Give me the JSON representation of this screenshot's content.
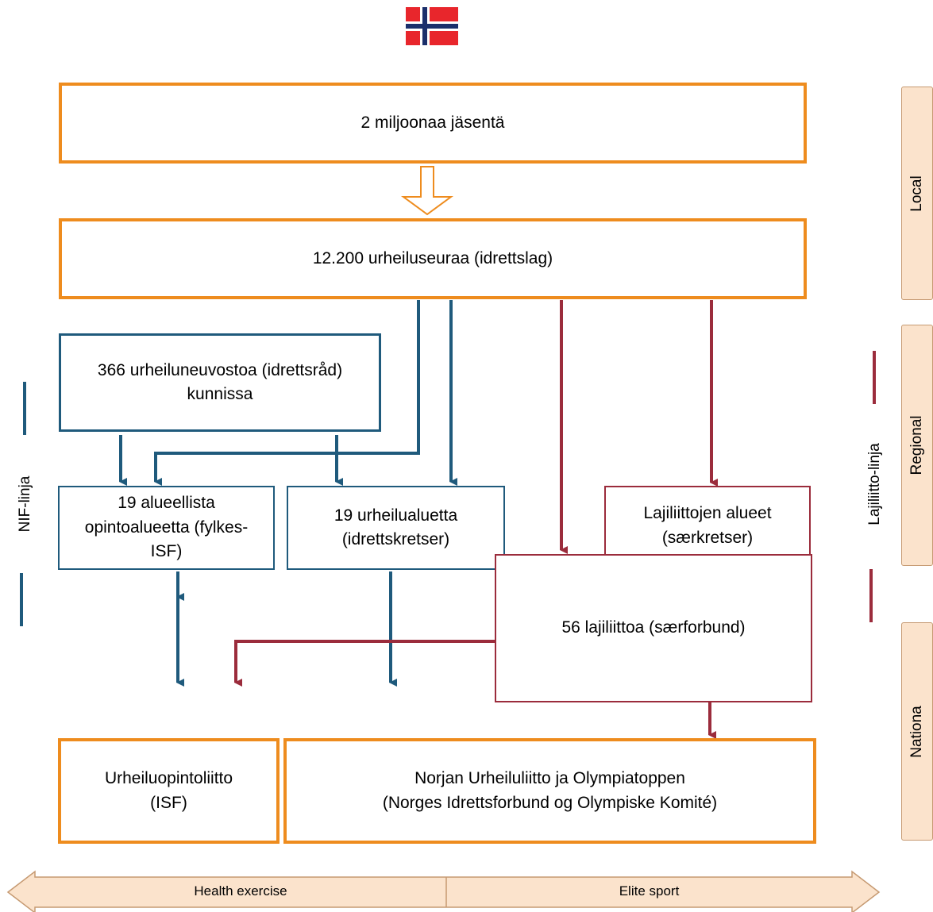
{
  "boxes": {
    "members": "2 miljoonaa jäsentä",
    "clubs": "12.200 urheiluseuraa (idrettslag)",
    "councils": "366 urheiluneuvostoa (idrettsråd)\nkunnissa",
    "study_regions": "19 alueellista\nopintoalueetta (fylkes-\nISF)",
    "sport_regions": "19 urheilualuetta\n(idrettskretser)",
    "federation_regions": "Lajiliittojen alueet\n(særkretser)",
    "federations": "56 lajiliittoa (særforbund)",
    "isf": "Urheiluopintoliitto\n(ISF)",
    "nif": "Norjan Urheiluliitto ja Olympiatoppen\n(Norges Idrettsforbund og Olympiske Komité)"
  },
  "side_labels": {
    "nif_line": "NIF-linja",
    "federation_line": "Lajiliitto-linja",
    "local": "Local",
    "regional": "Regional",
    "national": "Nationa"
  },
  "bottom_arrow": {
    "left": "Health exercise",
    "right": "Elite sport"
  },
  "colors": {
    "orange": "#ee8c1e",
    "blue": "#1f5a7c",
    "red": "#9b2c3c",
    "peach": "#fbe3cc",
    "flag_red": "#e8262c",
    "flag_blue": "#1b2f6b"
  }
}
